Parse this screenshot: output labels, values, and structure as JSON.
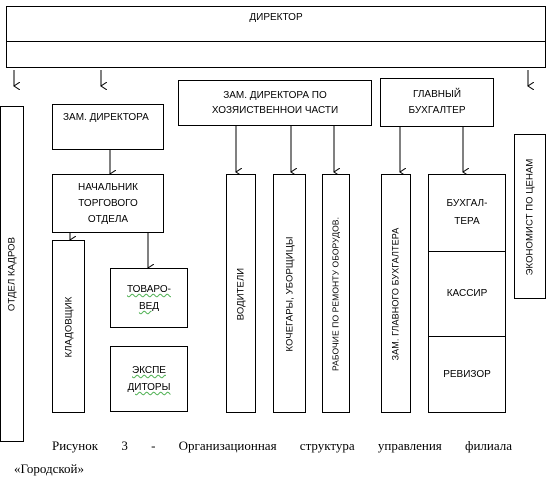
{
  "director": "ДИРЕКТОР",
  "hr_department": "ОТДЕЛ  КАДРОВ",
  "deputy_director": "ЗАМ. ДИРЕКТОРА",
  "trade_head": [
    "НАЧАЛЬНИК",
    "ТОРГОВОГО",
    "ОТДЕЛА"
  ],
  "storekeeper": "КЛАДОВЩИК",
  "merchandiser": [
    "ТОВАРО-",
    "ВЕД"
  ],
  "forwarders": [
    "ЭКСПЕ",
    "ДИТОРЫ"
  ],
  "deputy_household": [
    "ЗАМ. ДИРЕКТОРА ПО",
    "ХОЗЯИСТВЕННОИ ЧАСТИ"
  ],
  "drivers": "ВОДИТЕЛИ",
  "stokers": "КОЧЕГАРЫ, УБОРЩИЦЫ",
  "repair_workers": "РАБОЧИЕ ПО РЕМОНТУ ОБОРУДОВ.",
  "chief_accountant": [
    "ГЛАВНЫЙ",
    "БУХГАЛТЕР"
  ],
  "deputy_chief_accountant": "ЗАМ. ГЛАВНОГО БУХГАЛТЕРА",
  "accounting": [
    "БУХГАЛ-",
    "ТЕРА"
  ],
  "cashier": "КАССИР",
  "auditor": "РЕВИЗОР",
  "price_economist": "ЭКОНОМИСТ ПО ЦЕНАМ",
  "caption_line1": "Рисунок 3 - Организационная структура управления филиала",
  "caption_line2": "«Городской»"
}
